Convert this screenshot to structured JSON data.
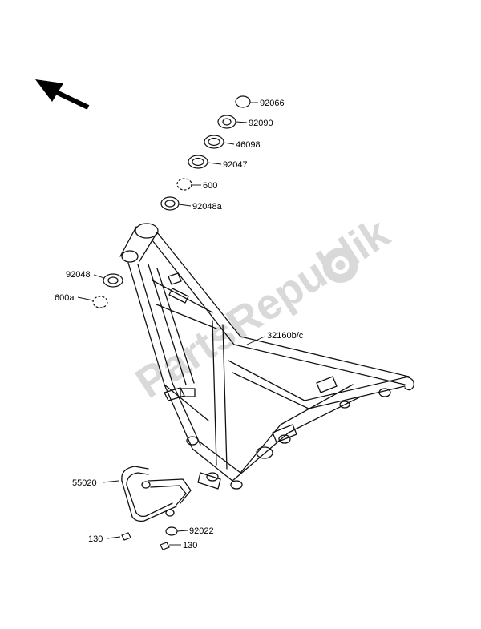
{
  "watermark": "PartsRepublik",
  "callouts": {
    "p92066": "92066",
    "p92090": "92090",
    "p46098": "46098",
    "p92047": "92047",
    "p600": "600",
    "p92048a": "92048a",
    "p92048": "92048",
    "p600a": "600a",
    "p32160": "32160b/c",
    "p55020": "55020",
    "p130_left": "130",
    "p92022": "92022",
    "p130_right": "130"
  },
  "icons": {
    "direction_arrow": "front-direction-arrow-icon",
    "watermark_gear": "gear-icon"
  }
}
